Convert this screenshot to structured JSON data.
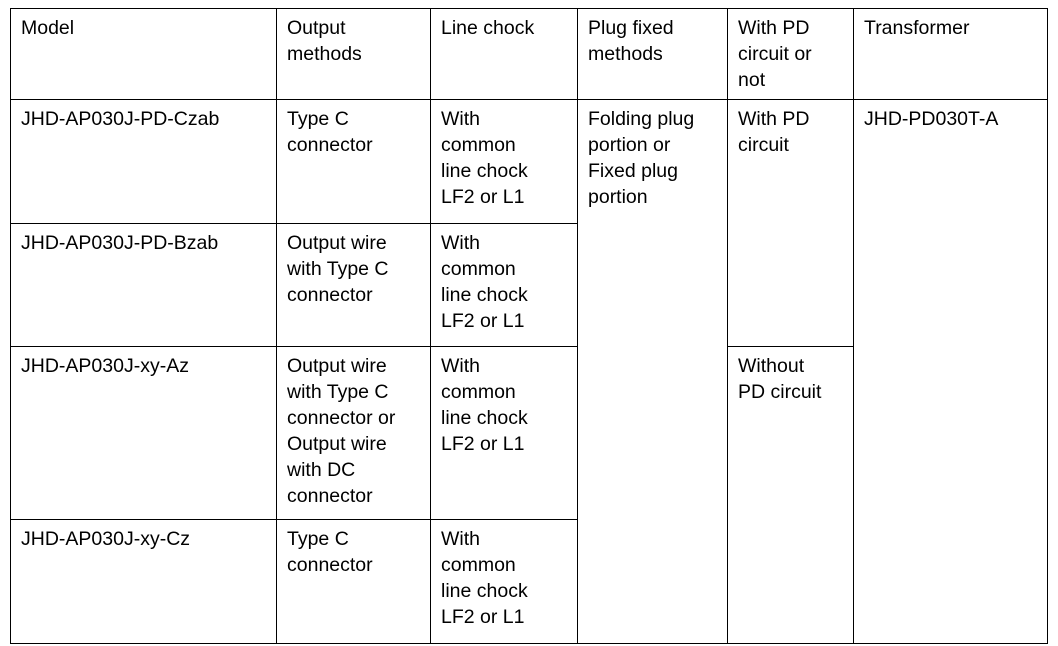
{
  "table": {
    "columns": [
      {
        "key": "model",
        "label": "Model"
      },
      {
        "key": "output",
        "label": "Output\nmethods"
      },
      {
        "key": "chock",
        "label": "Line chock"
      },
      {
        "key": "plug",
        "label": "Plug fixed\nmethods"
      },
      {
        "key": "pd",
        "label": "With PD\ncircuit or\nnot"
      },
      {
        "key": "transformer",
        "label": "Transformer"
      }
    ],
    "rows": [
      {
        "model": "JHD-AP030J-PD-Czab",
        "output": "Type C\nconnector",
        "chock": "With\ncommon\nline chock\nLF2 or L1",
        "plug": "Folding plug\nportion or\nFixed plug\nportion",
        "pd": "With PD\ncircuit",
        "transformer": "JHD-PD030T-A"
      },
      {
        "model": "JHD-AP030J-PD-Bzab",
        "output": "Output wire\nwith Type C\nconnector",
        "chock": "With\ncommon\nline chock\nLF2 or L1",
        "plug": "",
        "pd": "",
        "transformer": ""
      },
      {
        "model": "JHD-AP030J-xy-Az",
        "output": "Output wire\nwith Type C\nconnector or\nOutput wire\nwith DC\nconnector",
        "chock": "With\ncommon\nline chock\nLF2 or L1",
        "plug": "",
        "pd": "Without\nPD circuit",
        "transformer": ""
      },
      {
        "model": "JHD-AP030J-xy-Cz",
        "output": "Type C\nconnector",
        "chock": "With\ncommon\nline chock\nLF2 or L1",
        "plug": "",
        "pd": "",
        "transformer": ""
      }
    ],
    "colors": {
      "border": "#000000",
      "text": "#000000",
      "background": "#ffffff"
    }
  }
}
